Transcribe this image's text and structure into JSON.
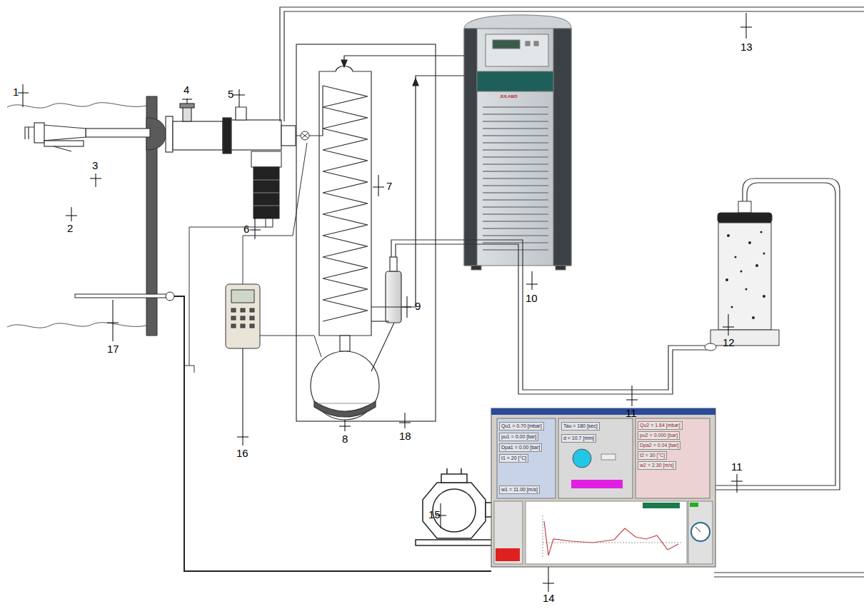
{
  "diagram": {
    "labels": [
      "1",
      "2",
      "3",
      "4",
      "5",
      "6",
      "7",
      "8",
      "9",
      "10",
      "11",
      "11",
      "12",
      "13",
      "14",
      "15",
      "16",
      "17",
      "18",
      "JULABO",
      "Qu1 = 0.70 [mbar]",
      "pu1 = 0.00 [bar]",
      "Dpa1 = 0.00 [bar]",
      "t1 = 20 [°C]",
      "w1 = 11.00 [m/s]",
      "Tau = 180 [sec]",
      "d = 10.7 [mm]",
      "Qu2 = 1.64 [mbar]",
      "pu2 = 0.000 [bar]",
      "Dpa2 = 0.04 [bar]",
      "t2 = 30 [°C]",
      "w2 = 2.30 [m/s]"
    ]
  }
}
